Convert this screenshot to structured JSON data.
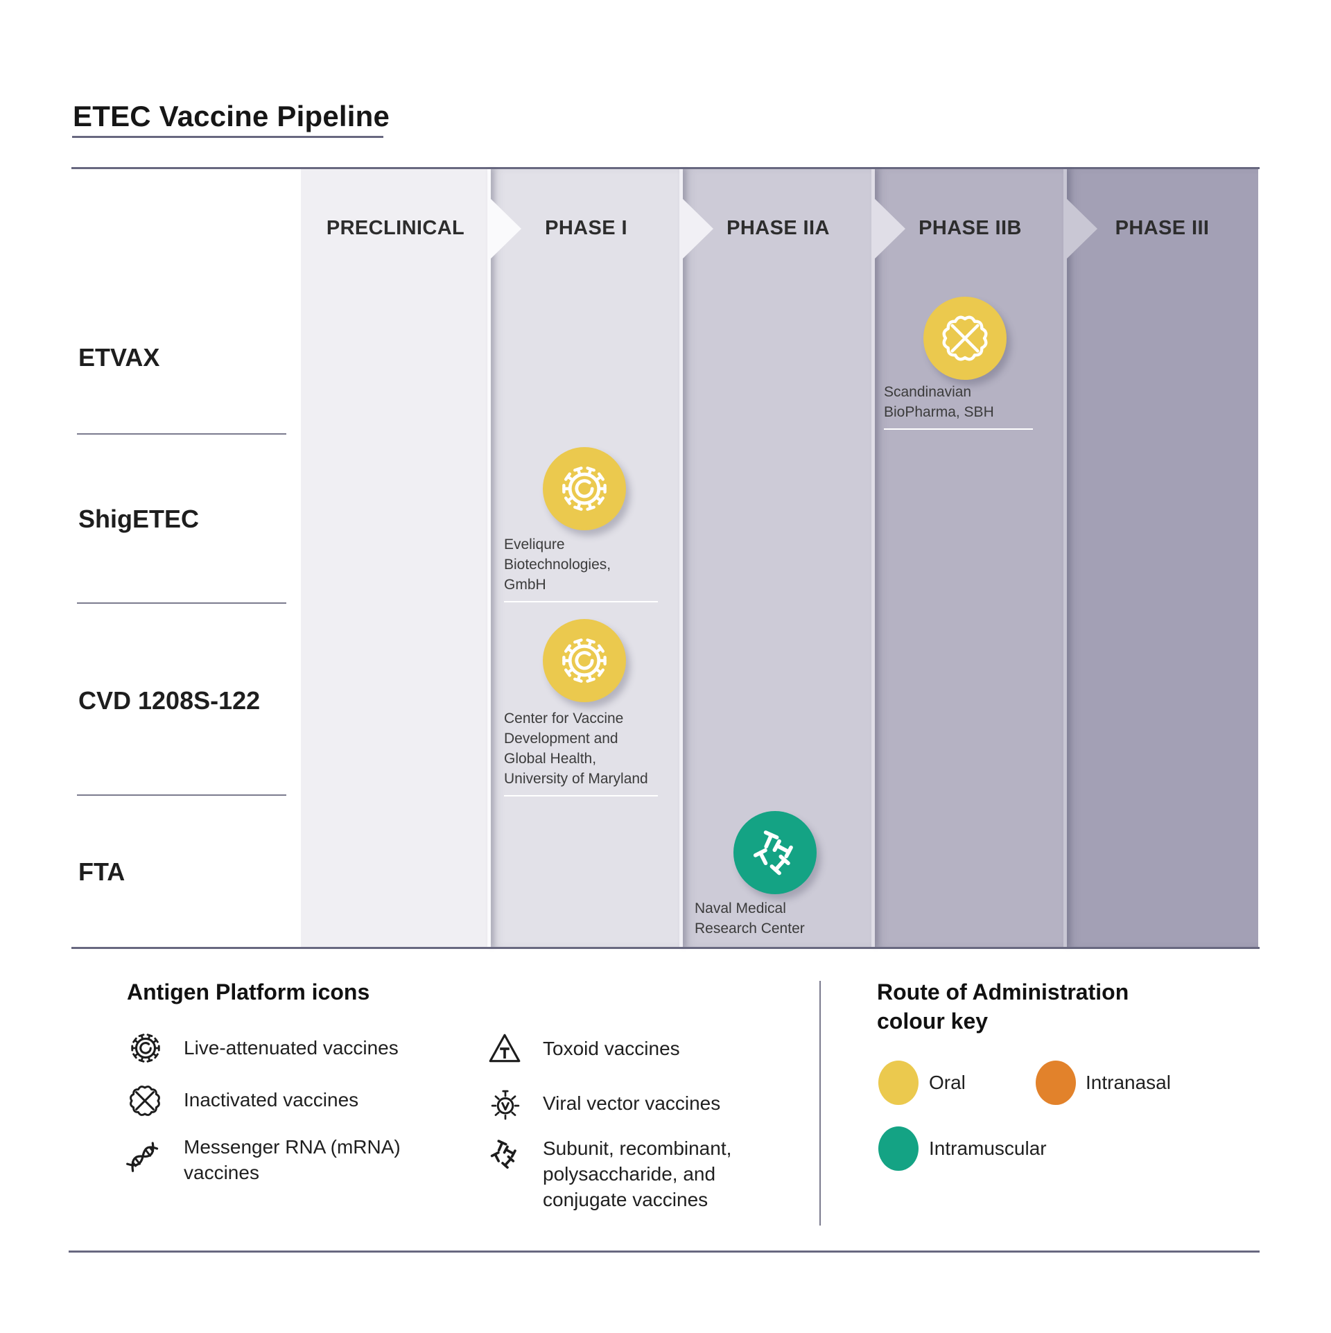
{
  "title": "ETEC Vaccine Pipeline",
  "pipeline": {
    "phases": [
      {
        "label": "PRECLINICAL",
        "color": "#f0eff3"
      },
      {
        "label": "PHASE I",
        "color": "#e2e1e8"
      },
      {
        "label": "PHASE IIA",
        "color": "#cdcbd7"
      },
      {
        "label": "PHASE IIB",
        "color": "#b5b2c3"
      },
      {
        "label": "PHASE III",
        "color": "#a3a0b5"
      }
    ],
    "rows": [
      {
        "label": "ETVAX",
        "entry": {
          "phase": "PHASE IIB",
          "antigen_platform": "Inactivated vaccines",
          "platform_icon": "inactivated-vaccine-icon",
          "route": "Oral",
          "route_color": "#ebc94e",
          "organization": "Scandinavian\nBioPharma, SBH"
        }
      },
      {
        "label": "ShigETEC",
        "entry": {
          "phase": "PHASE I",
          "antigen_platform": "Live-attenuated vaccines",
          "platform_icon": "live-attenuated-vaccine-icon",
          "route": "Oral",
          "route_color": "#ebc94e",
          "organization": "Eveliqure\nBiotechnologies,\nGmbH"
        }
      },
      {
        "label": "CVD 1208S-122",
        "entry": {
          "phase": "PHASE I",
          "antigen_platform": "Live-attenuated vaccines",
          "platform_icon": "live-attenuated-vaccine-icon",
          "route": "Oral",
          "route_color": "#ebc94e",
          "organization": "Center for Vaccine\nDevelopment and\nGlobal Health,\nUniversity of Maryland"
        }
      },
      {
        "label": "FTA",
        "entry": {
          "phase": "PHASE IIA",
          "antigen_platform": "Subunit, recombinant, polysaccharide, and conjugate vaccines",
          "platform_icon": "subunit-vaccine-icon",
          "route": "Intramuscular",
          "route_color": "#14a384",
          "organization": "Naval Medical\nResearch Center"
        }
      }
    ]
  },
  "legend": {
    "antigen_platform": {
      "heading": "Antigen Platform icons",
      "items": [
        {
          "icon": "live-attenuated-vaccine-icon",
          "label": "Live-attenuated vaccines"
        },
        {
          "icon": "inactivated-vaccine-icon",
          "label": "Inactivated vaccines"
        },
        {
          "icon": "mrna-vaccine-icon",
          "label": "Messenger RNA (mRNA)\nvaccines"
        },
        {
          "icon": "toxoid-vaccine-icon",
          "label": "Toxoid vaccines"
        },
        {
          "icon": "viral-vector-vaccine-icon",
          "label": "Viral vector vaccines"
        },
        {
          "icon": "subunit-vaccine-icon",
          "label": "Subunit, recombinant,\npolysaccharide, and\nconjugate vaccines"
        }
      ]
    },
    "route_of_administration": {
      "heading": "Route of Administration\ncolour key",
      "items": [
        {
          "label": "Oral",
          "color": "#ebc94e"
        },
        {
          "label": "Intranasal",
          "color": "#e2822b"
        },
        {
          "label": "Intramuscular",
          "color": "#14a384"
        }
      ]
    }
  }
}
